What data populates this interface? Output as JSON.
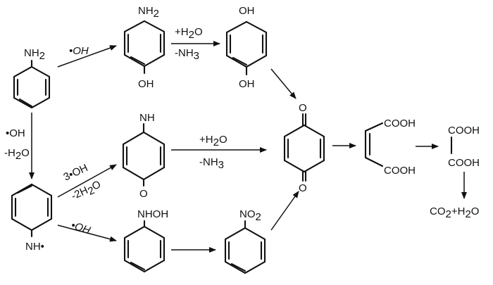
{
  "molecules": {
    "aniline_nh2": "NH",
    "aniline_nh2_sub": "2",
    "aminophenol_nh2": "NH",
    "aminophenol_nh2_sub": "2",
    "aminophenol_oh": "OH",
    "hydroquinone_oh_top": "OH",
    "hydroquinone_oh_bottom": "OH",
    "quinoneimine_nh": "NH",
    "quinoneimine_o": "O",
    "anilino_radical": "NH•",
    "phenylhydroxylamine": "NHOH",
    "nitrobenzene_no": "NO",
    "nitrobenzene_no_sub": "2",
    "benzoquinone_o_top": "O",
    "benzoquinone_o_bottom": "O",
    "maleic_cooh_top": "COOH",
    "maleic_cooh_bottom": "COOH",
    "oxalic_cooh_top": "COOH",
    "oxalic_cooh_bottom": "COOH",
    "products": "CO",
    "products_sub": "2",
    "products_tail": "+H",
    "products_sub2": "2",
    "products_end": "O"
  },
  "reagents": {
    "oh_radical_top": "•OH",
    "h2o_plus_top_a": "+H",
    "h2o_plus_top_sub": "2",
    "h2o_plus_top_b": "O",
    "nh3_minus_top_a": "-NH",
    "nh3_minus_top_sub": "3",
    "oh_radical_left": "•OH",
    "h2o_minus_left_a": "-H",
    "h2o_minus_left_sub": "2",
    "h2o_minus_left_b": "O",
    "three_oh": "3•OH",
    "two_h2o_a": "-2H",
    "two_h2o_sub": "2",
    "two_h2o_b": "O",
    "h2o_plus_mid_a": "+H",
    "h2o_plus_mid_sub": "2",
    "h2o_plus_mid_b": "O",
    "nh3_minus_mid_a": "-NH",
    "nh3_minus_mid_sub": "3",
    "oh_radical_bottom": "•OH"
  },
  "colors": {
    "ink": "#111111",
    "background": "#ffffff"
  }
}
